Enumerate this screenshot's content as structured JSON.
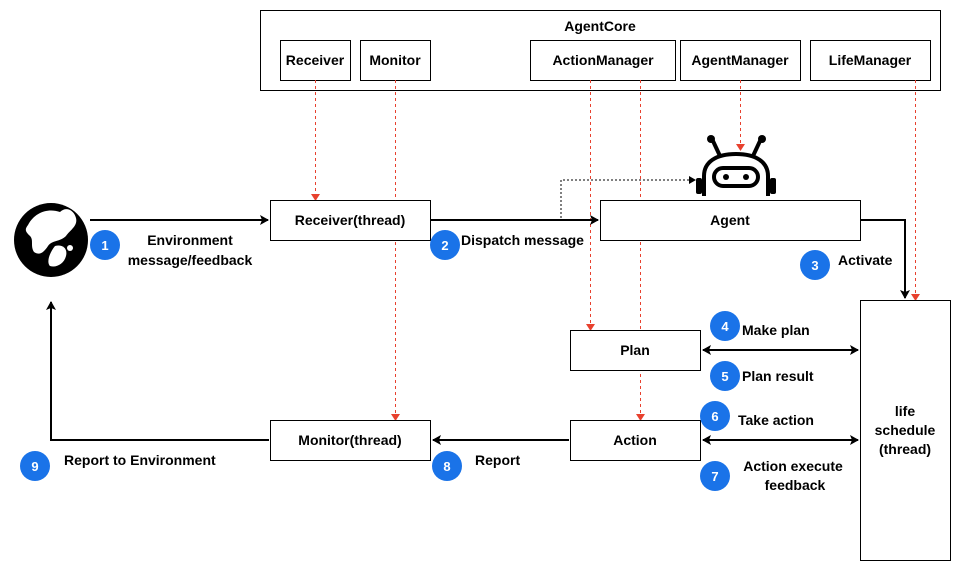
{
  "colors": {
    "badge": "#1a73e8",
    "dashed_arrow": "#e8412e",
    "solid_arrow": "#000000"
  },
  "agent_core": {
    "title": "AgentCore",
    "modules": [
      "Receiver",
      "Monitor",
      "ActionManager",
      "AgentManager",
      "LifeManager"
    ]
  },
  "nodes": {
    "receiver_thread": "Receiver(thread)",
    "agent": "Agent",
    "plan": "Plan",
    "action": "Action",
    "monitor_thread": "Monitor(thread)",
    "life_schedule": [
      "life",
      "schedule",
      "(thread)"
    ]
  },
  "icons": {
    "environment": "globe-icon",
    "agent": "robot-icon"
  },
  "steps": [
    {
      "num": "1",
      "label": [
        "Environment",
        "message/feedback"
      ]
    },
    {
      "num": "2",
      "label": [
        "Dispatch message"
      ]
    },
    {
      "num": "3",
      "label": [
        "Activate"
      ]
    },
    {
      "num": "4",
      "label": [
        "Make plan"
      ]
    },
    {
      "num": "5",
      "label": [
        "Plan result"
      ]
    },
    {
      "num": "6",
      "label": [
        "Take action"
      ]
    },
    {
      "num": "7",
      "label": [
        "Action execute",
        "feedback"
      ]
    },
    {
      "num": "8",
      "label": [
        "Report"
      ]
    },
    {
      "num": "9",
      "label": [
        "Report to Environment"
      ]
    }
  ]
}
